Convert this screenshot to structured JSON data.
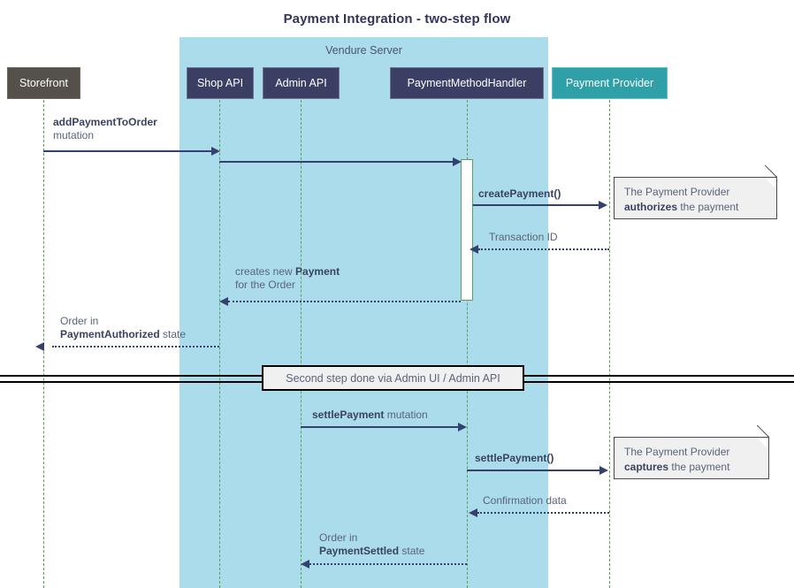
{
  "diagram": {
    "title": "Payment Integration - two-step flow",
    "type": "sequence-diagram",
    "colors": {
      "group_background": "#aadcec",
      "participant_api": "#3b3f63",
      "participant_storefront": "#55504a",
      "participant_provider": "#2fa0a8",
      "lifeline": "#5aa05a",
      "message": "#33416e",
      "note_background": "#f0f0f0",
      "title": "#33335c"
    }
  },
  "group": {
    "label": "Vendure Server"
  },
  "participants": [
    {
      "id": "storefront",
      "label": "Storefront",
      "kind": "external"
    },
    {
      "id": "shop-api",
      "label": "Shop API",
      "kind": "api"
    },
    {
      "id": "admin-api",
      "label": "Admin API",
      "kind": "api"
    },
    {
      "id": "payment-method-handler",
      "label": "PaymentMethodHandler",
      "kind": "api"
    },
    {
      "id": "payment-provider",
      "label": "Payment Provider",
      "kind": "provider"
    }
  ],
  "messages": [
    {
      "id": "add-payment-to-order",
      "from": "storefront",
      "to": "shop-api",
      "style": "solid",
      "direction": "right",
      "label_bold": "addPaymentToOrder",
      "label_plain": "mutation"
    },
    {
      "id": "shop-api-to-handler",
      "from": "shop-api",
      "to": "payment-method-handler",
      "style": "solid",
      "direction": "right",
      "label_bold": "",
      "label_plain": ""
    },
    {
      "id": "create-payment",
      "from": "payment-method-handler",
      "to": "payment-provider",
      "style": "solid",
      "direction": "right",
      "label_bold": "createPayment()",
      "label_plain": ""
    },
    {
      "id": "transaction-id",
      "from": "payment-provider",
      "to": "payment-method-handler",
      "style": "dotted",
      "direction": "left",
      "label_bold": "",
      "label_plain": "Transaction ID"
    },
    {
      "id": "creates-new-payment",
      "from": "payment-method-handler",
      "to": "shop-api",
      "style": "dotted",
      "direction": "left",
      "label_line1_plain": "creates new ",
      "label_line1_bold": "Payment",
      "label_line2_plain": "for the Order"
    },
    {
      "id": "order-payment-authorized",
      "from": "shop-api",
      "to": "storefront",
      "style": "dotted",
      "direction": "left",
      "label_line1_plain": "Order in",
      "label_line2_bold": "PaymentAuthorized",
      "label_line2_plain": " state"
    },
    {
      "id": "settle-payment-mutation",
      "from": "admin-api",
      "to": "payment-method-handler",
      "style": "solid",
      "direction": "right",
      "label_bold": "settlePayment",
      "label_plain": " mutation"
    },
    {
      "id": "settle-payment-call",
      "from": "payment-method-handler",
      "to": "payment-provider",
      "style": "solid",
      "direction": "right",
      "label_bold": "settlePayment()",
      "label_plain": ""
    },
    {
      "id": "confirmation-data",
      "from": "payment-provider",
      "to": "payment-method-handler",
      "style": "dotted",
      "direction": "left",
      "label_bold": "",
      "label_plain": "Confirmation data"
    },
    {
      "id": "order-payment-settled",
      "from": "payment-method-handler",
      "to": "admin-api",
      "style": "dotted",
      "direction": "left",
      "label_line1_plain": "Order in",
      "label_line2_bold": "PaymentSettled",
      "label_line2_plain": " state"
    }
  ],
  "notes": [
    {
      "id": "note-authorizes",
      "attached_to": "payment-provider",
      "line1": "The Payment Provider",
      "line2_bold": "authorizes",
      "line2_plain": " the payment"
    },
    {
      "id": "note-captures",
      "attached_to": "payment-provider",
      "line1": "The Payment Provider",
      "line2_bold": "captures",
      "line2_plain": " the payment"
    }
  ],
  "divider": {
    "label": "Second step done via Admin UI / Admin API"
  }
}
